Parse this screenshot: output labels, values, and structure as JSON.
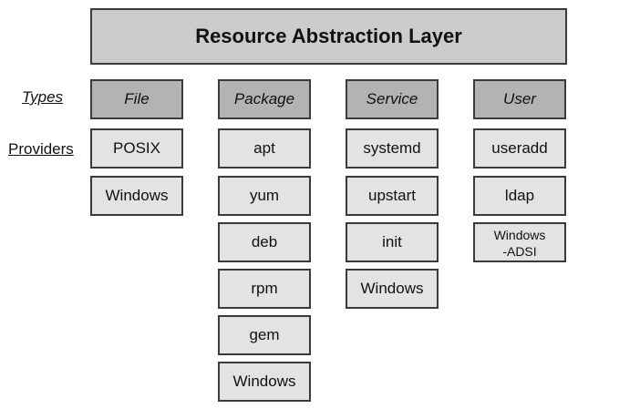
{
  "title": "Resource Abstraction Layer",
  "row_labels": {
    "types": "Types",
    "providers": "Providers"
  },
  "columns": [
    {
      "type": "File",
      "providers": [
        "POSIX",
        "Windows"
      ]
    },
    {
      "type": "Package",
      "providers": [
        "apt",
        "yum",
        "deb",
        "rpm",
        "gem",
        "Windows"
      ]
    },
    {
      "type": "Service",
      "providers": [
        "systemd",
        "upstart",
        "init",
        "Windows"
      ]
    },
    {
      "type": "User",
      "providers": [
        "useradd",
        "ldap",
        "Windows\n-ADSI"
      ]
    }
  ],
  "colors": {
    "layer_fill": "#cccccc",
    "type_fill": "#b3b3b3",
    "provider_fill": "#e3e3e3",
    "border": "#3a3a3a"
  }
}
